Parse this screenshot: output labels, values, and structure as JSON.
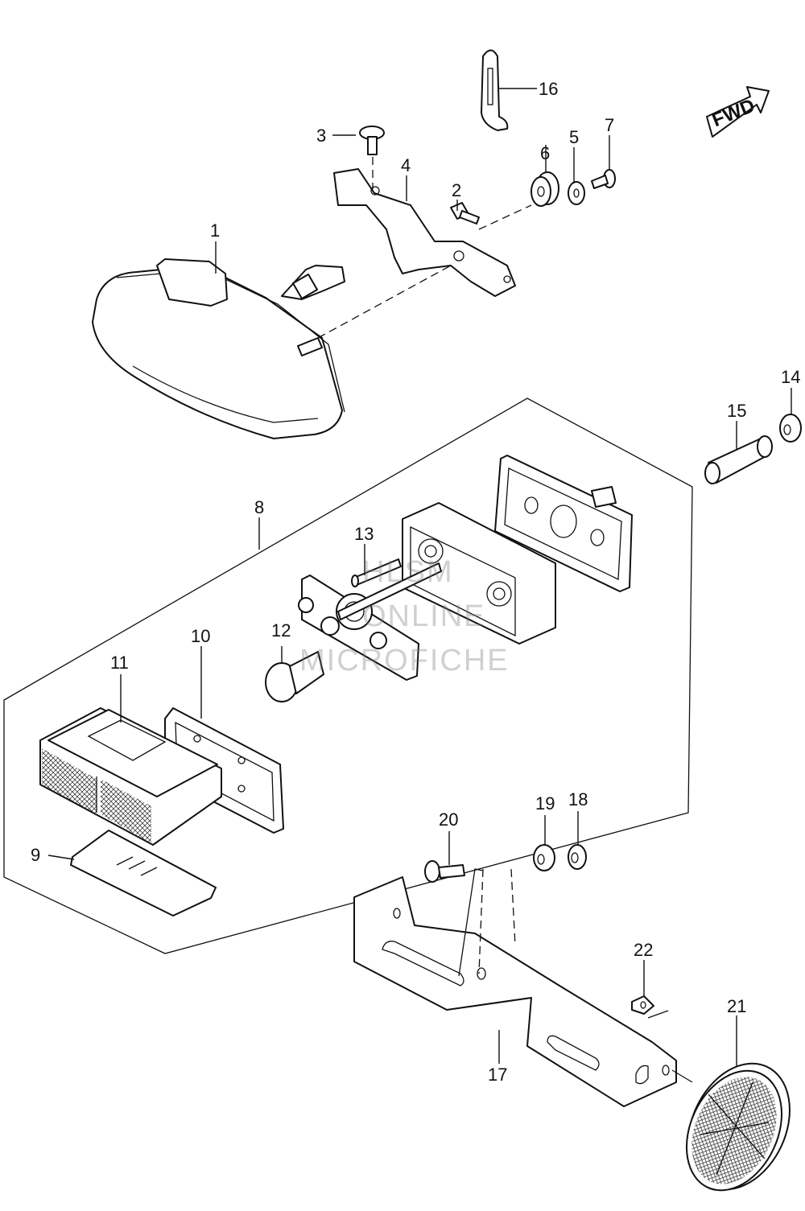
{
  "callouts": [
    {
      "id": "c1",
      "text": "1"
    },
    {
      "id": "c2",
      "text": "2"
    },
    {
      "id": "c3",
      "text": "3"
    },
    {
      "id": "c4",
      "text": "4"
    },
    {
      "id": "c5",
      "text": "5"
    },
    {
      "id": "c6",
      "text": "6"
    },
    {
      "id": "c7",
      "text": "7"
    },
    {
      "id": "c8",
      "text": "8"
    },
    {
      "id": "c9",
      "text": "9"
    },
    {
      "id": "c10",
      "text": "10"
    },
    {
      "id": "c11",
      "text": "11"
    },
    {
      "id": "c12",
      "text": "12"
    },
    {
      "id": "c13",
      "text": "13"
    },
    {
      "id": "c14",
      "text": "14"
    },
    {
      "id": "c15",
      "text": "15"
    },
    {
      "id": "c16",
      "text": "16"
    },
    {
      "id": "c17",
      "text": "17"
    },
    {
      "id": "c18",
      "text": "18"
    },
    {
      "id": "c19",
      "text": "19"
    },
    {
      "id": "c20",
      "text": "20"
    },
    {
      "id": "c21",
      "text": "21"
    },
    {
      "id": "c22",
      "text": "22"
    }
  ],
  "direction_marker": "FWD",
  "watermark": {
    "line1": "HLSM",
    "line2": "ONLINE",
    "line3": "MICROFICHE"
  },
  "colors": {
    "line": "#111111",
    "background": "#ffffff",
    "watermark": "#8a8a8a"
  }
}
